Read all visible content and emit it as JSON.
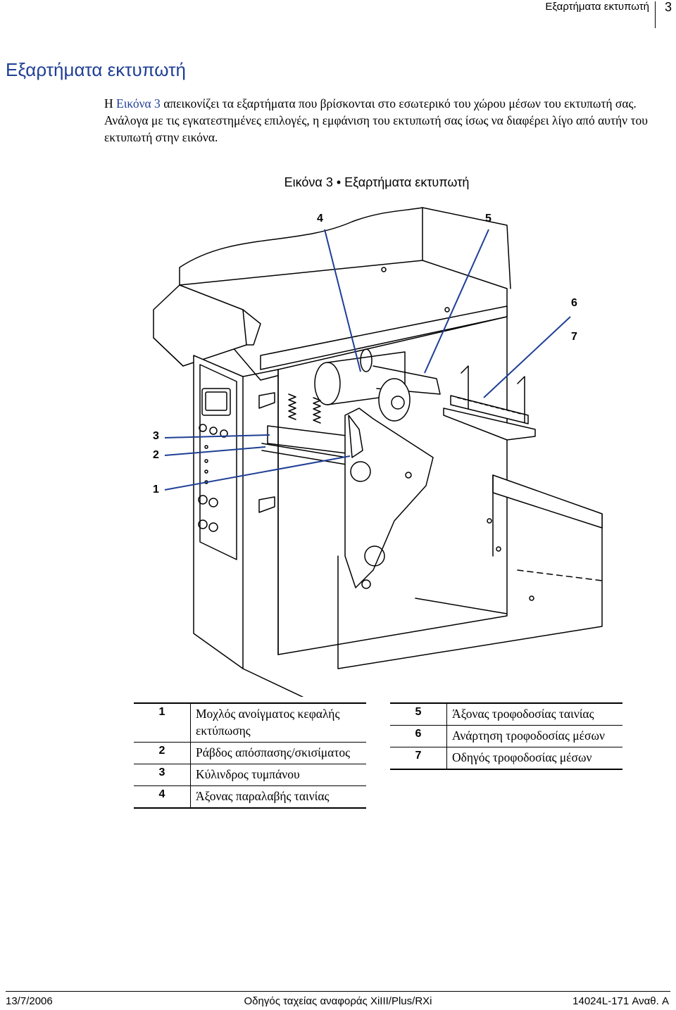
{
  "header": {
    "title": "Εξαρτήματα εκτυπωτή",
    "page_number": "3"
  },
  "page_title": "Εξαρτήματα εκτυπωτή",
  "intro": {
    "before_link": "Η ",
    "link": "Εικόνα 3",
    "after_link": " απεικονίζει τα εξαρτήματα που βρίσκονται στο εσωτερικό του χώρου μέσων του εκτυπωτή σας. Ανάλογα με τις εγκατεστημένες επιλογές, η εμφάνιση του εκτυπωτή σας ίσως να διαφέρει λίγο από αυτήν του εκτυπωτή στην εικόνα."
  },
  "figure": {
    "caption": "Εικόνα 3 • Εξαρτήματα εκτυπωτή",
    "callouts": [
      "4",
      "5",
      "6",
      "7",
      "3",
      "2",
      "1"
    ]
  },
  "legend": {
    "left": [
      {
        "num": "1",
        "text": "Μοχλός ανοίγματος κεφαλής εκτύπωσης"
      },
      {
        "num": "2",
        "text": "Ράβδος απόσπασης/σκισίματος"
      },
      {
        "num": "3",
        "text": "Κύλινδρος τυμπάνου"
      },
      {
        "num": "4",
        "text": "Άξονας παραλαβής ταινίας"
      }
    ],
    "right": [
      {
        "num": "5",
        "text": "Άξονας τροφοδοσίας ταινίας"
      },
      {
        "num": "6",
        "text": "Ανάρτηση τροφοδοσίας μέσων"
      },
      {
        "num": "7",
        "text": "Οδηγός τροφοδοσίας μέσων"
      }
    ]
  },
  "footer": {
    "date": "13/7/2006",
    "guide": "Οδηγός ταχείας αναφοράς XiIII/Plus/RXi",
    "code": "14024L-171 Αναθ. A"
  },
  "colors": {
    "accent": "#1f3f96",
    "callout_lines": "#1f3f96"
  }
}
